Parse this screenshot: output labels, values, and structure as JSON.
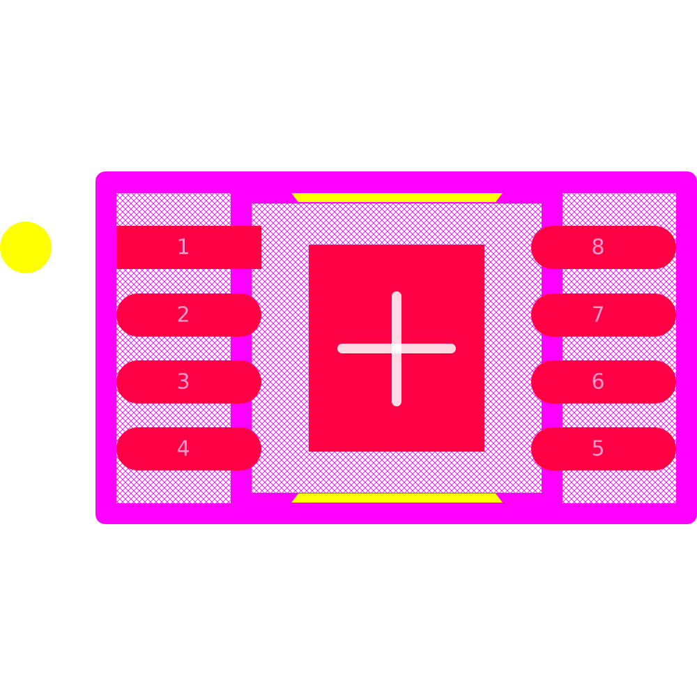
{
  "colors": {
    "background": "#ffffff",
    "courtyard": "#ff00ff",
    "copper": "#ff0044",
    "silkscreen": "#ffff00",
    "pin_label": "#ff9ad0",
    "hatch": "#ff00ff"
  },
  "pins": [
    {
      "number": "1",
      "side": "left",
      "shape": "rect"
    },
    {
      "number": "2",
      "side": "left",
      "shape": "round"
    },
    {
      "number": "3",
      "side": "left",
      "shape": "round"
    },
    {
      "number": "4",
      "side": "left",
      "shape": "round"
    },
    {
      "number": "5",
      "side": "right",
      "shape": "round"
    },
    {
      "number": "6",
      "side": "right",
      "shape": "round"
    },
    {
      "number": "7",
      "side": "right",
      "shape": "round"
    },
    {
      "number": "8",
      "side": "right",
      "shape": "round"
    }
  ],
  "thermal_pad": {
    "marker": "cross"
  },
  "pin1_indicator": {
    "shape": "dot"
  }
}
